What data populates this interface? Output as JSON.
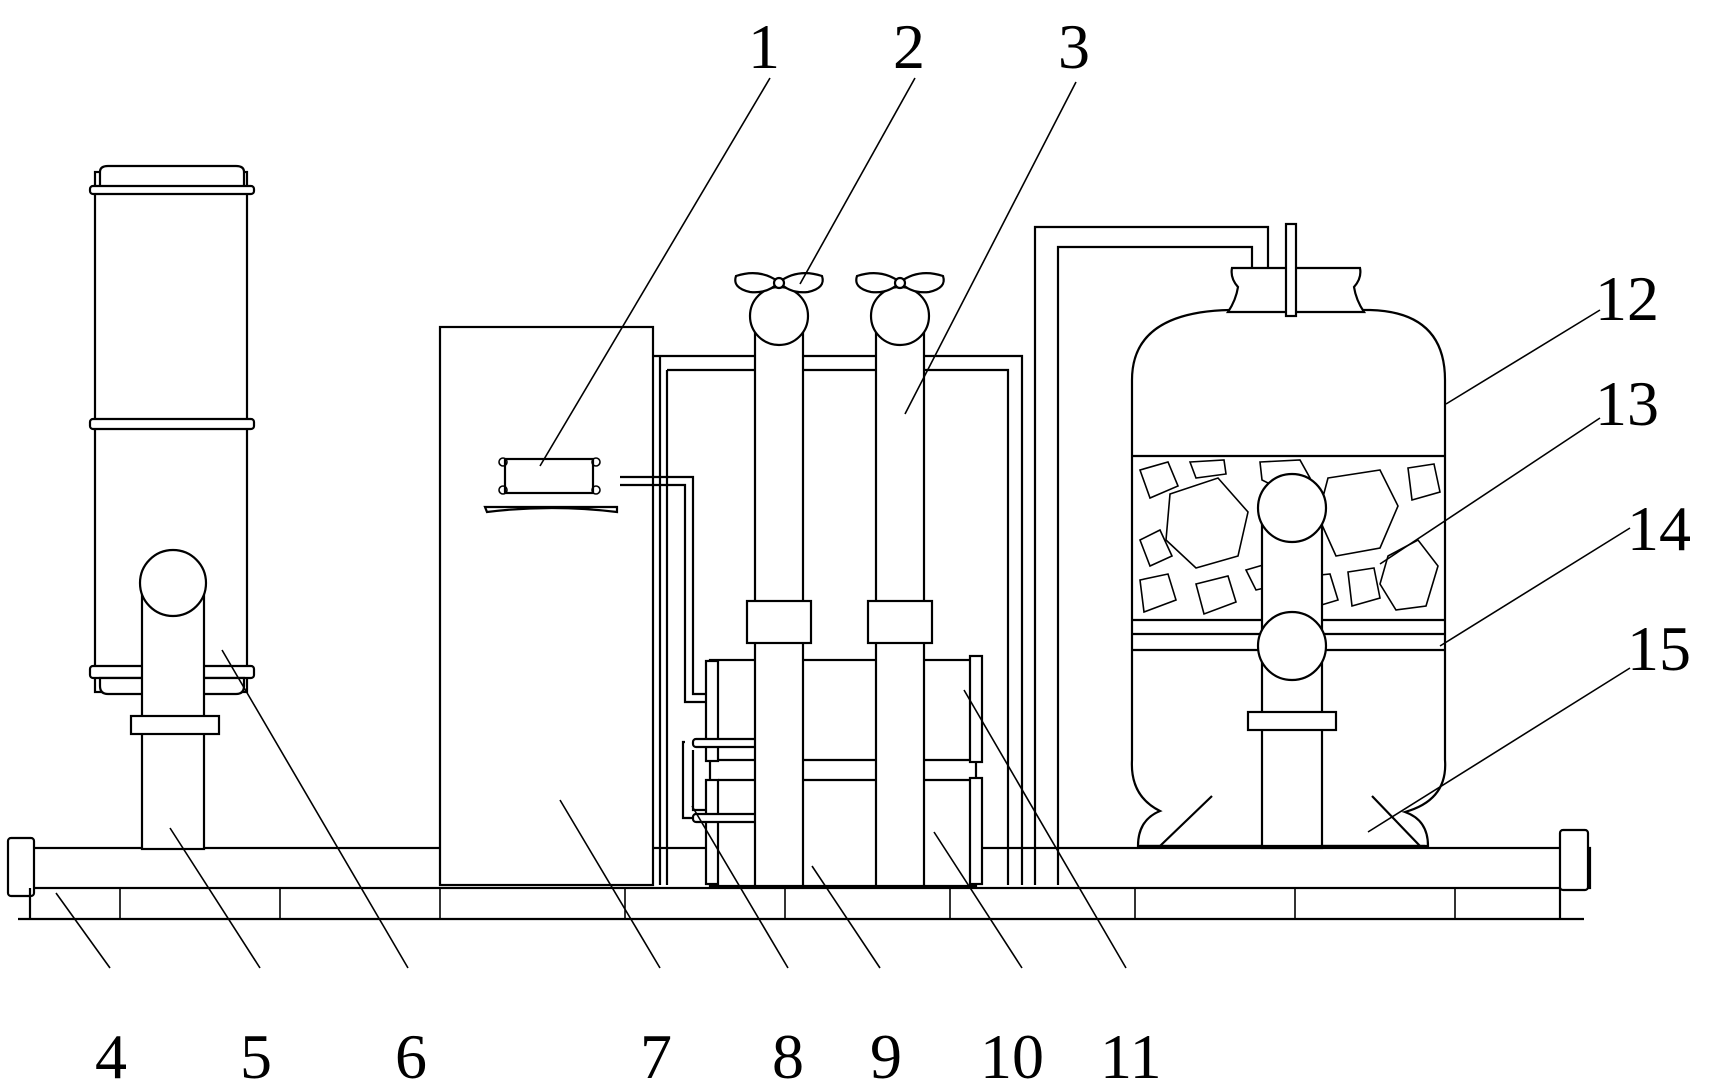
{
  "labels": [
    "1",
    "2",
    "3",
    "4",
    "5",
    "6",
    "7",
    "8",
    "9",
    "10",
    "11",
    "12",
    "13",
    "14",
    "15"
  ],
  "colors": {
    "line": "#000000",
    "background": "#ffffff"
  }
}
